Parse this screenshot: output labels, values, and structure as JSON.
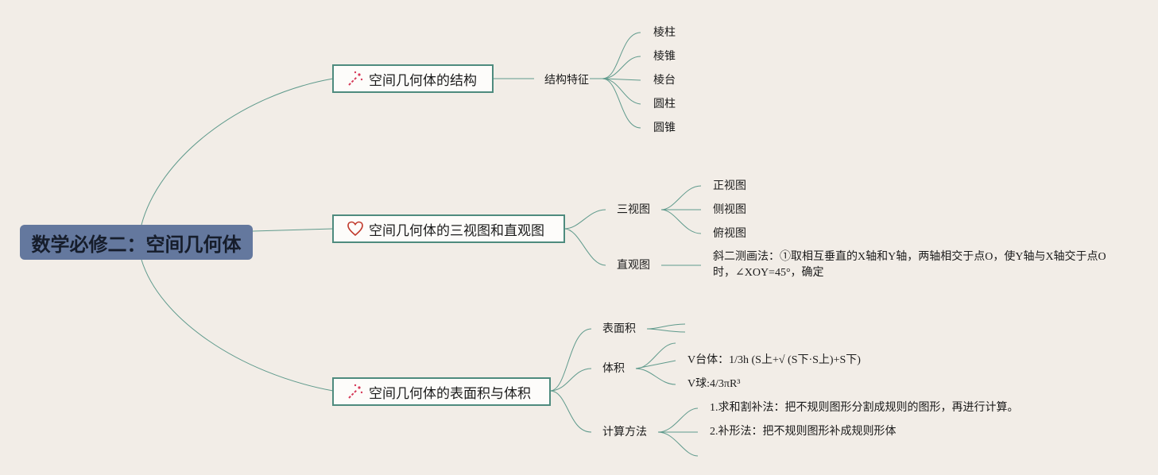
{
  "root": {
    "title": "数学必修二：空间几何体"
  },
  "branches": [
    {
      "icon": "magic-wand-icon",
      "label": "空间几何体的结构",
      "sub": {
        "label": "结构特征",
        "items": [
          "棱柱",
          "棱锥",
          "棱台",
          "圆柱",
          "圆锥"
        ]
      }
    },
    {
      "icon": "heart-icon",
      "label": "空间几何体的三视图和直观图",
      "subs": [
        {
          "label": "三视图",
          "items": [
            "正视图",
            "侧视图",
            "俯视图"
          ]
        },
        {
          "label": "直观图",
          "items": [
            "斜二测画法：①取相互垂直的X轴和Y轴，两轴相交于点O，使Y轴与X轴交于点O时，∠XOY=45°，确定"
          ]
        }
      ]
    },
    {
      "icon": "magic-wand-icon",
      "label": "空间几何体的表面积与体积",
      "subs": [
        {
          "label": "表面积",
          "items": []
        },
        {
          "label": "体积",
          "items": [
            "V台体：1/3h (S上+√ (S下·S上)+S下)",
            "V球:4/3πR³"
          ]
        },
        {
          "label": "计算方法",
          "items": [
            "1.求和割补法：把不规则图形分割成规则的图形，再进行计算。",
            "2.补形法：把不规则图形补成规则形体"
          ]
        }
      ]
    }
  ],
  "colors": {
    "background": "#f2ede7",
    "root_fill": "#64789e",
    "line": "#4e8b7e",
    "magic_icon": "#d63b5a",
    "heart_icon": "#c0392b"
  }
}
